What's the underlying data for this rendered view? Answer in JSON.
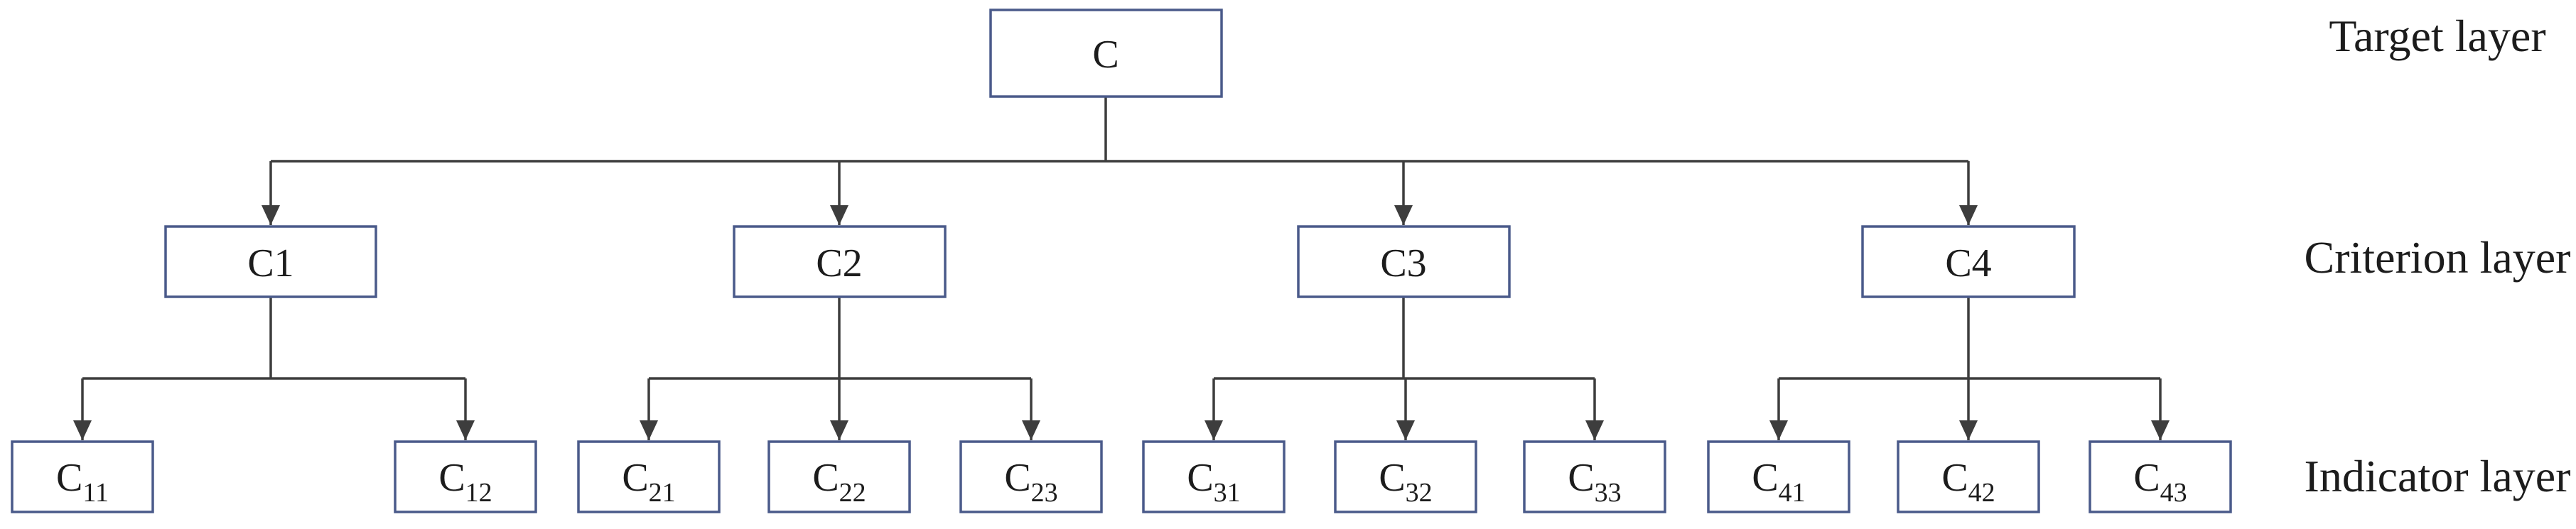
{
  "layers": [
    {
      "name": "Target layer",
      "nodes": [
        {
          "label": "C"
        }
      ]
    },
    {
      "name": "Criterion layer",
      "nodes": [
        {
          "label": "C1"
        },
        {
          "label": "C2"
        },
        {
          "label": "C3"
        },
        {
          "label": "C4"
        }
      ]
    },
    {
      "name": "Indicator layer",
      "nodes": [
        {
          "base": "C",
          "sub": "11"
        },
        {
          "base": "C",
          "sub": "12"
        },
        {
          "base": "C",
          "sub": "21"
        },
        {
          "base": "C",
          "sub": "22"
        },
        {
          "base": "C",
          "sub": "23"
        },
        {
          "base": "C",
          "sub": "31"
        },
        {
          "base": "C",
          "sub": "32"
        },
        {
          "base": "C",
          "sub": "33"
        },
        {
          "base": "C",
          "sub": "41"
        },
        {
          "base": "C",
          "sub": "42"
        },
        {
          "base": "C",
          "sub": "43"
        }
      ]
    }
  ],
  "colors": {
    "box-border": "#4a5a8a",
    "connector": "#3d3d3d",
    "text": "#1c1c1c",
    "background": "#ffffff"
  }
}
